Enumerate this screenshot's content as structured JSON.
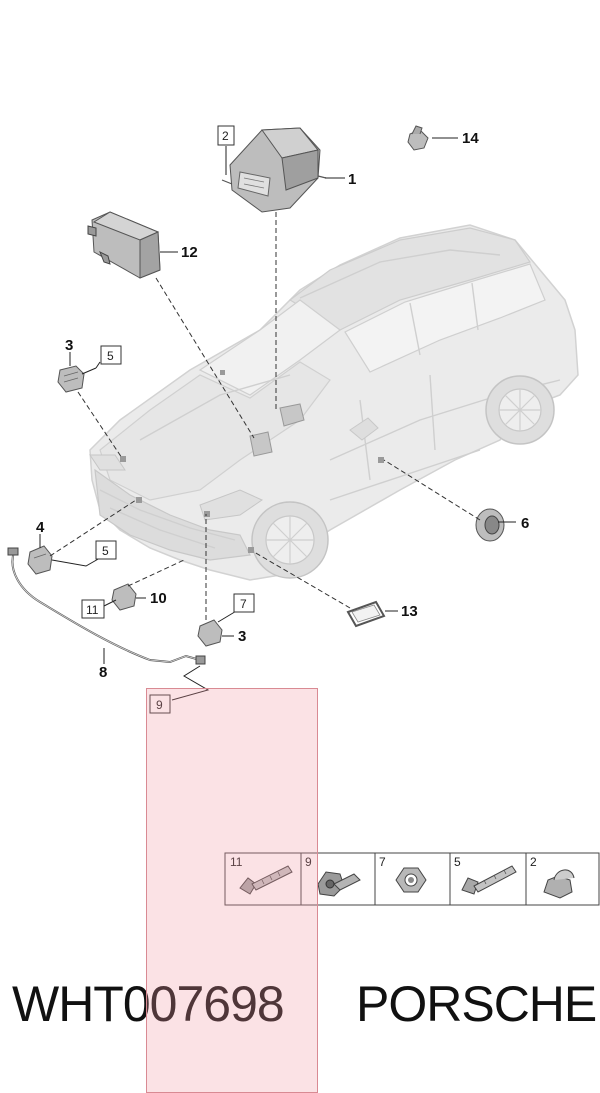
{
  "callouts": {
    "c1": "1",
    "c2": "2",
    "c3a": "3",
    "c3b": "3",
    "c4": "4",
    "c5a": "5",
    "c5b": "5",
    "c6": "6",
    "c7": "7",
    "c8": "8",
    "c9": "9",
    "c10": "10",
    "c11": "11",
    "c12": "12",
    "c13": "13",
    "c14": "14"
  },
  "hardware_table": {
    "cells": [
      {
        "number": "11",
        "icon": "bolt-icon"
      },
      {
        "number": "9",
        "icon": "expanding-nut-icon"
      },
      {
        "number": "7",
        "icon": "hex-nut-icon"
      },
      {
        "number": "5",
        "icon": "screw-icon"
      },
      {
        "number": "2",
        "icon": "cap-nut-icon"
      }
    ]
  },
  "footer": {
    "part_number": "WHT007698",
    "brand": "PORSCHE"
  },
  "colors": {
    "highlight": "#f09aa5",
    "vehicle": "#e4e4e4"
  }
}
